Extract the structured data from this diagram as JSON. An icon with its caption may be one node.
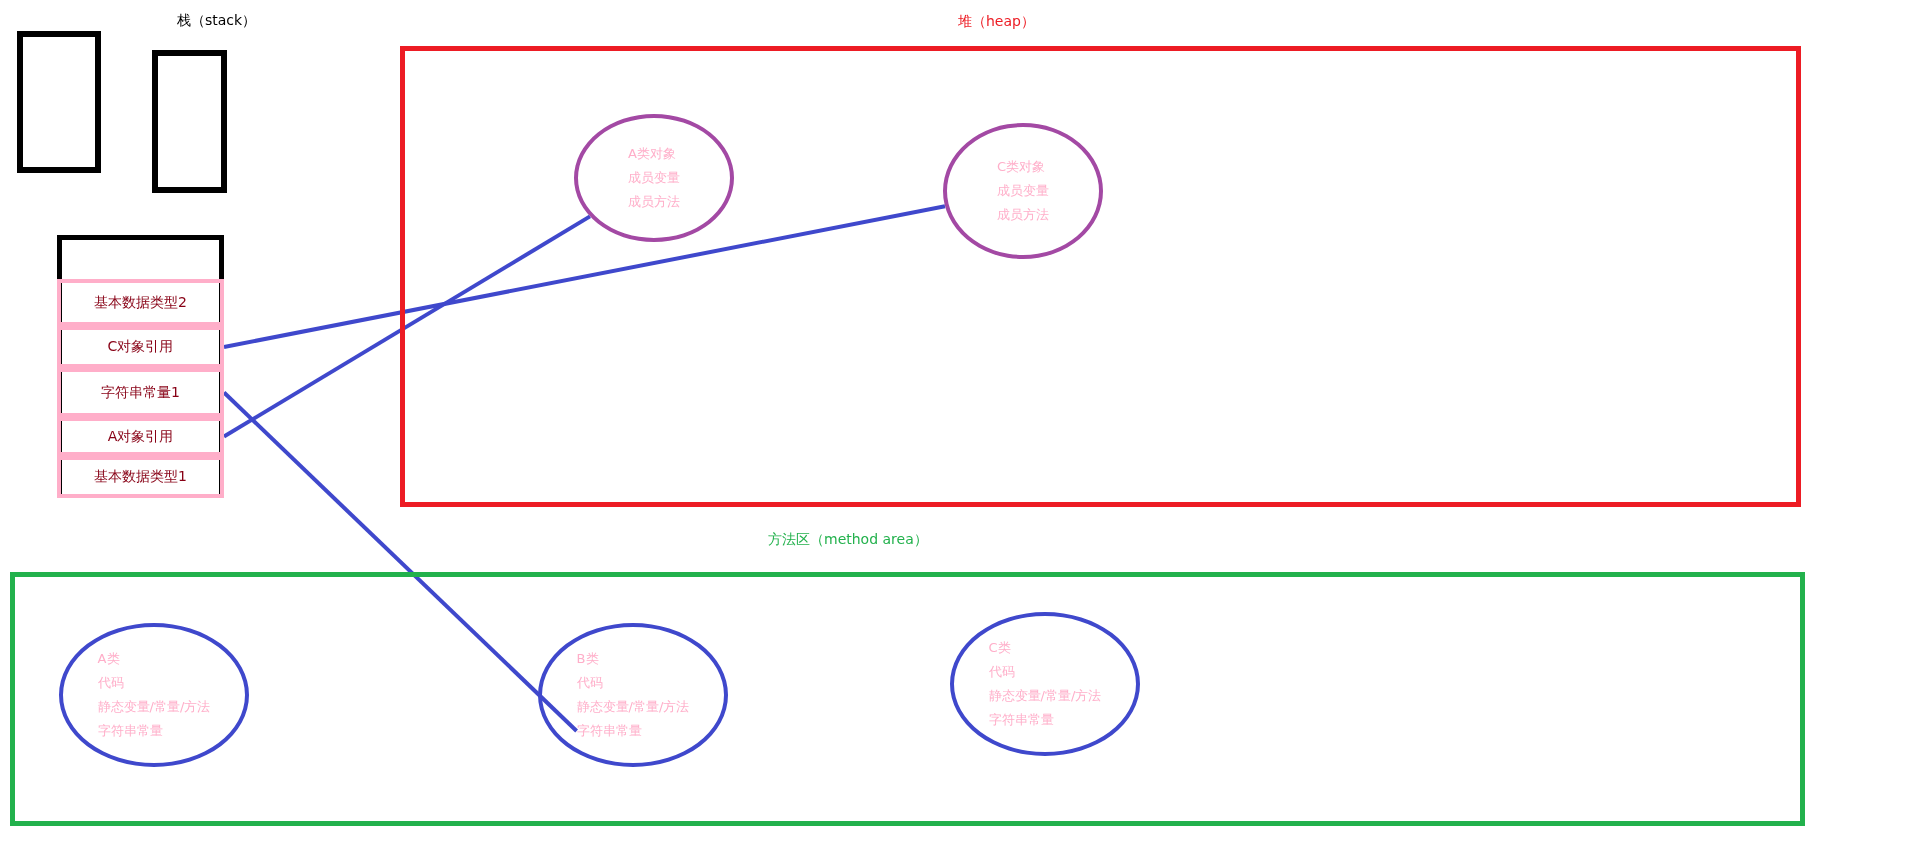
{
  "diagram": {
    "nodes": [
      {
        "text": [],
        "shape": "box"
      },
      {
        "text": [],
        "shape": "box"
      },
      {
        "text": [],
        "shape": "box"
      },
      {
        "text": [
          "基本数据类型2"
        ],
        "in": 2
      },
      {
        "text": [
          "C对象引用"
        ],
        "in": 2
      },
      {
        "text": [
          "字符串常量1"
        ],
        "in": 2
      },
      {
        "text": [
          "A对象引用"
        ],
        "in": 2
      },
      {
        "text": [
          "基本数据类型1"
        ],
        "in": 2
      },
      {
        "text": [
          "堆（heap）"
        ]
      },
      {
        "text": [
          "A类对象",
          "成员变量",
          "成员方法"
        ],
        "in": 8
      },
      {
        "text": [
          "C类对象",
          "成员变量",
          "成员方法"
        ],
        "in": 8
      },
      {
        "text": [
          "方法区（method area）"
        ]
      },
      {
        "text": [
          "A类",
          "代码",
          "静态变量/常量/方法",
          "字符串常量"
        ],
        "in": 11
      },
      {
        "text": [
          "B类",
          "代码",
          "静态变量/常量/方法"
        ],
        "in": 11
      },
      {
        "text": [
          "字符串常量"
        ],
        "in": 13
      },
      {
        "text": [
          "C类",
          "代码",
          "静态变量/常量/方法",
          "字符串常量"
        ],
        "in": 11
      }
    ],
    "edges": [
      {
        "from": 4,
        "to": 10,
        "arrow": "none"
      },
      {
        "from": 5,
        "to": 14,
        "arrow": "none"
      },
      {
        "from": 6,
        "to": 9,
        "arrow": "none"
      }
    ],
    "labels": [
      "栈（stack）"
    ]
  }
}
